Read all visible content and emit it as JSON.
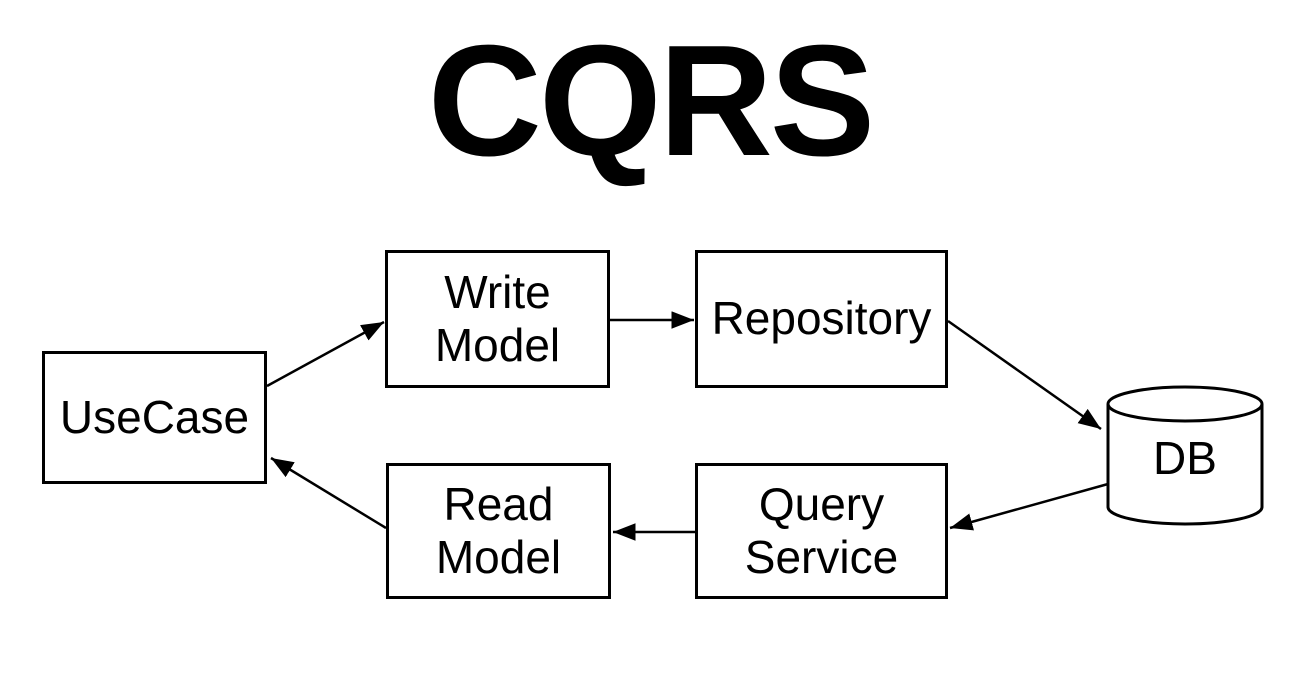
{
  "title": "CQRS",
  "diagram": {
    "type": "flow-diagram",
    "nodes": [
      {
        "id": "usecase",
        "label": "UseCase",
        "shape": "rect"
      },
      {
        "id": "write-model",
        "label": "Write\nModel",
        "shape": "rect"
      },
      {
        "id": "repository",
        "label": "Repository",
        "shape": "rect"
      },
      {
        "id": "db",
        "label": "DB",
        "shape": "cylinder"
      },
      {
        "id": "query-service",
        "label": "Query\nService",
        "shape": "rect"
      },
      {
        "id": "read-model",
        "label": "Read\nModel",
        "shape": "rect"
      }
    ],
    "edges": [
      {
        "from": "UseCase",
        "to": "Write Model",
        "direction": "forward"
      },
      {
        "from": "Write Model",
        "to": "Repository",
        "direction": "forward"
      },
      {
        "from": "Repository",
        "to": "DB",
        "direction": "forward"
      },
      {
        "from": "DB",
        "to": "Query Service",
        "direction": "forward"
      },
      {
        "from": "Query Service",
        "to": "Read Model",
        "direction": "forward"
      },
      {
        "from": "Read Model",
        "to": "UseCase",
        "direction": "forward"
      }
    ],
    "colors": {
      "background": "#ffffff",
      "line": "#000000",
      "node_fill": "#ffffff",
      "text": "#000000"
    }
  }
}
